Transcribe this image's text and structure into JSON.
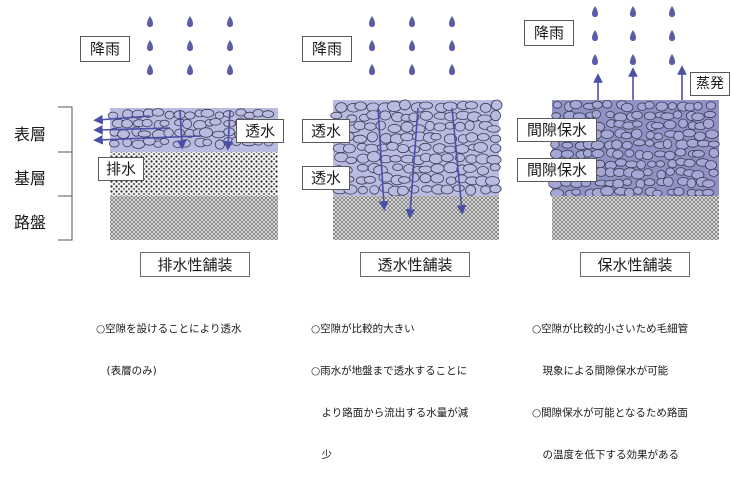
{
  "layer_labels": [
    "表層",
    "基層",
    "路盤"
  ],
  "rain_label": "降雨",
  "panels": [
    {
      "key": "drainage",
      "title": "排水性舗装",
      "labels": [
        "透水",
        "排水"
      ],
      "notes": [
        "○空隙を設けることにより透水",
        "　(表層のみ)"
      ]
    },
    {
      "key": "permeable",
      "title": "透水性舗装",
      "labels": [
        "透水",
        "透水"
      ],
      "notes": [
        "○空隙が比較的大きい",
        "○雨水が地盤まで透水することに",
        "　より路面から流出する水量が減",
        "　少"
      ]
    },
    {
      "key": "retention",
      "title": "保水性舗装",
      "labels": [
        "間隙保水",
        "間隙保水",
        "蒸発"
      ],
      "notes": [
        "○空隙が比較的小さいため毛細管",
        "　現象による間隙保水が可能",
        "○間隙保水が可能となるため路面",
        "　の温度を低下する効果がある"
      ]
    }
  ],
  "colors": {
    "stone": "#b9bbe0",
    "stone_stroke": "#3c3c55",
    "arrow": "#4a4fa8",
    "raindrop": "#5a5ca6",
    "base_dot": "#2a2a2a",
    "subbase": "#9a9a9a"
  }
}
